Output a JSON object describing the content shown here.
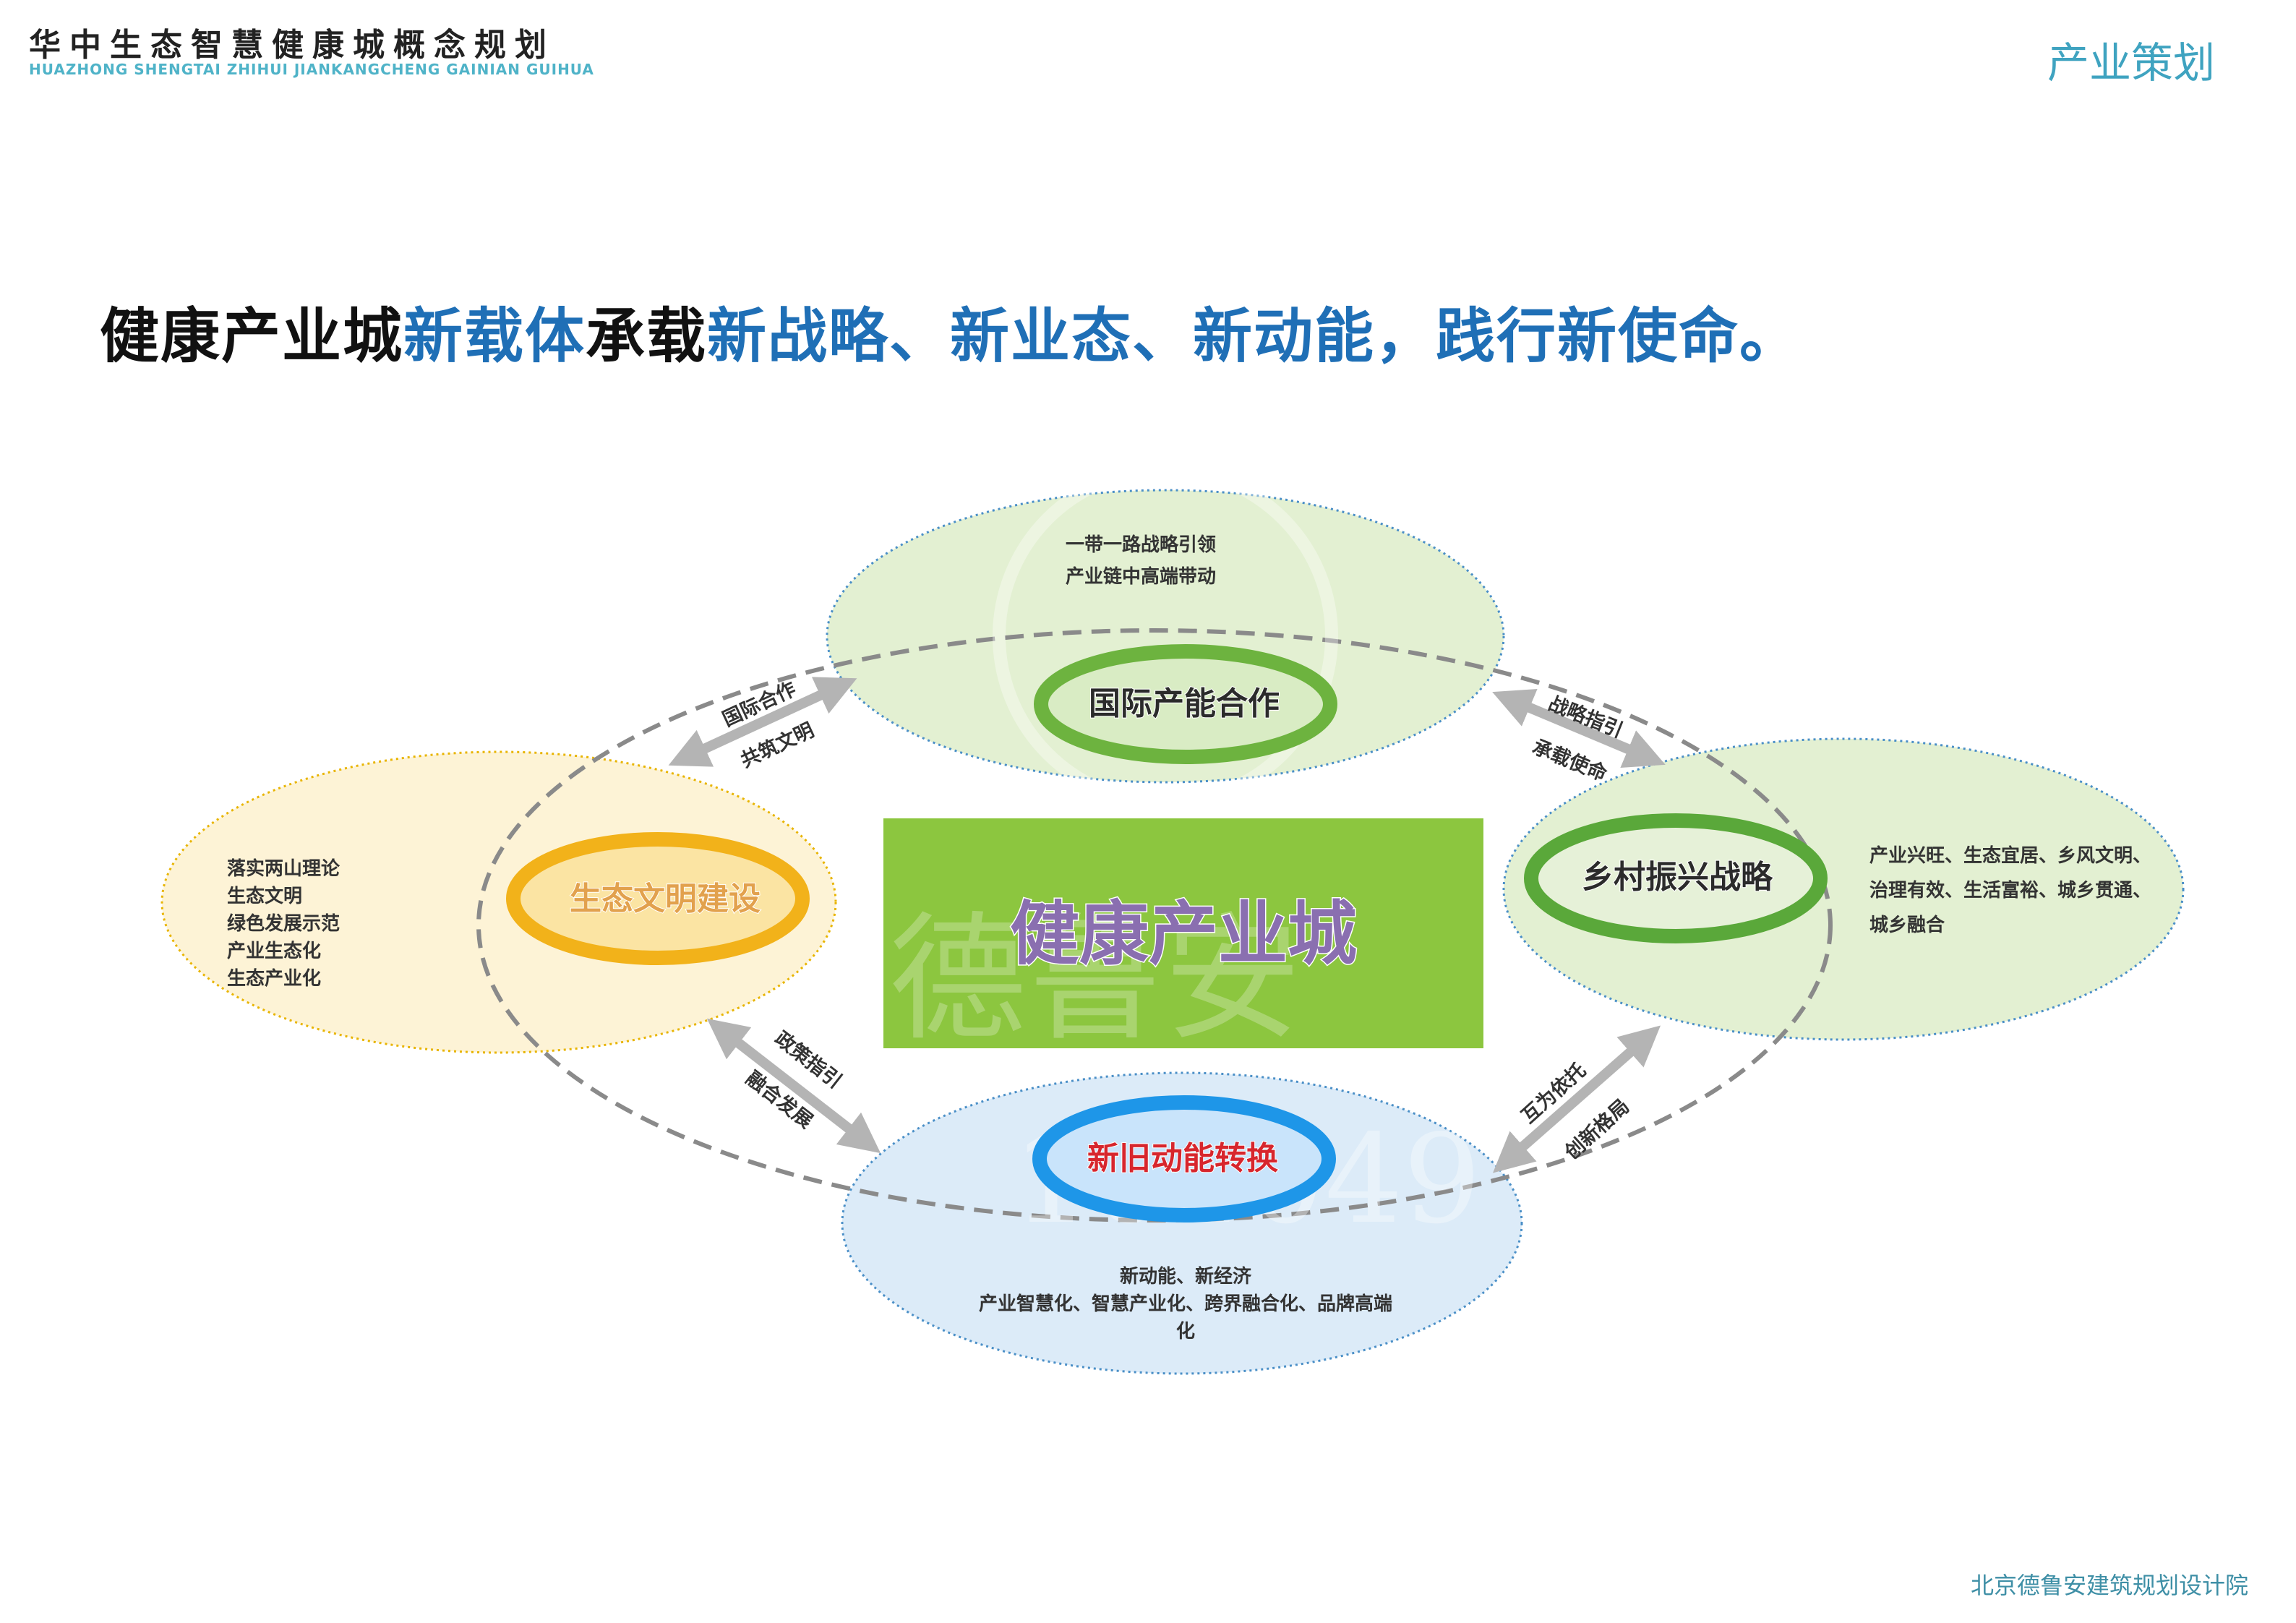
{
  "header": {
    "title": "华中生态智慧健康城概念规划",
    "subtitle": "HUAZHONG SHENGTAI ZHIHUI JIANKANGCHENG GAINIAN GUIHUA",
    "section": "产业策划"
  },
  "headline": {
    "parts": [
      {
        "text": "健康产业城",
        "style": "black"
      },
      {
        "text": "新载体",
        "style": "blue"
      },
      {
        "text": "承载",
        "style": "black"
      },
      {
        "text": "新战略、新业态、新动能，践行新使命。",
        "style": "blue"
      }
    ]
  },
  "diagram": {
    "center": {
      "label": "健康产业城",
      "color": "#8cc63f",
      "text_color": "#8a6fb0"
    },
    "watermark": [
      "德鲁安",
      "101049"
    ],
    "nodes": {
      "top": {
        "label": "国际产能合作",
        "fill": "#e3f0d2",
        "ring_color": "#6db33f",
        "notes": [
          "一带一路战略引领",
          "产业链中高端带动"
        ]
      },
      "left": {
        "label": "生态文明建设",
        "fill": "#fdf3d6",
        "ring_color": "#f2b21a",
        "notes": [
          "落实两山理论",
          "生态文明",
          "绿色发展示范",
          "产业生态化",
          "生态产业化"
        ]
      },
      "right": {
        "label": "乡村振兴战略",
        "fill": "#e3f0d2",
        "ring_color": "#5aa83a",
        "notes": [
          "产业兴旺、生态宜居、乡风文明、",
          "治理有效、生活富裕、城乡贯通、",
          "城乡融合"
        ]
      },
      "bottom": {
        "label": "新旧动能转换",
        "fill": "#dcebf8",
        "ring_color": "#1e96e8",
        "label_color": "#d7262d",
        "notes": [
          "新动能、新经济",
          "产业智慧化、智慧产业化、跨界融合化、品牌高端",
          "化"
        ]
      }
    },
    "connectors": {
      "top_left": [
        "国际合作",
        "共筑文明"
      ],
      "top_right": [
        "战略指引",
        "承载使命"
      ],
      "bottom_left": [
        "政策指引",
        "融合发展"
      ],
      "bottom_right": [
        "互为依托",
        "创新格局"
      ]
    }
  },
  "footer": {
    "org": "北京德鲁安建筑规划设计院"
  }
}
